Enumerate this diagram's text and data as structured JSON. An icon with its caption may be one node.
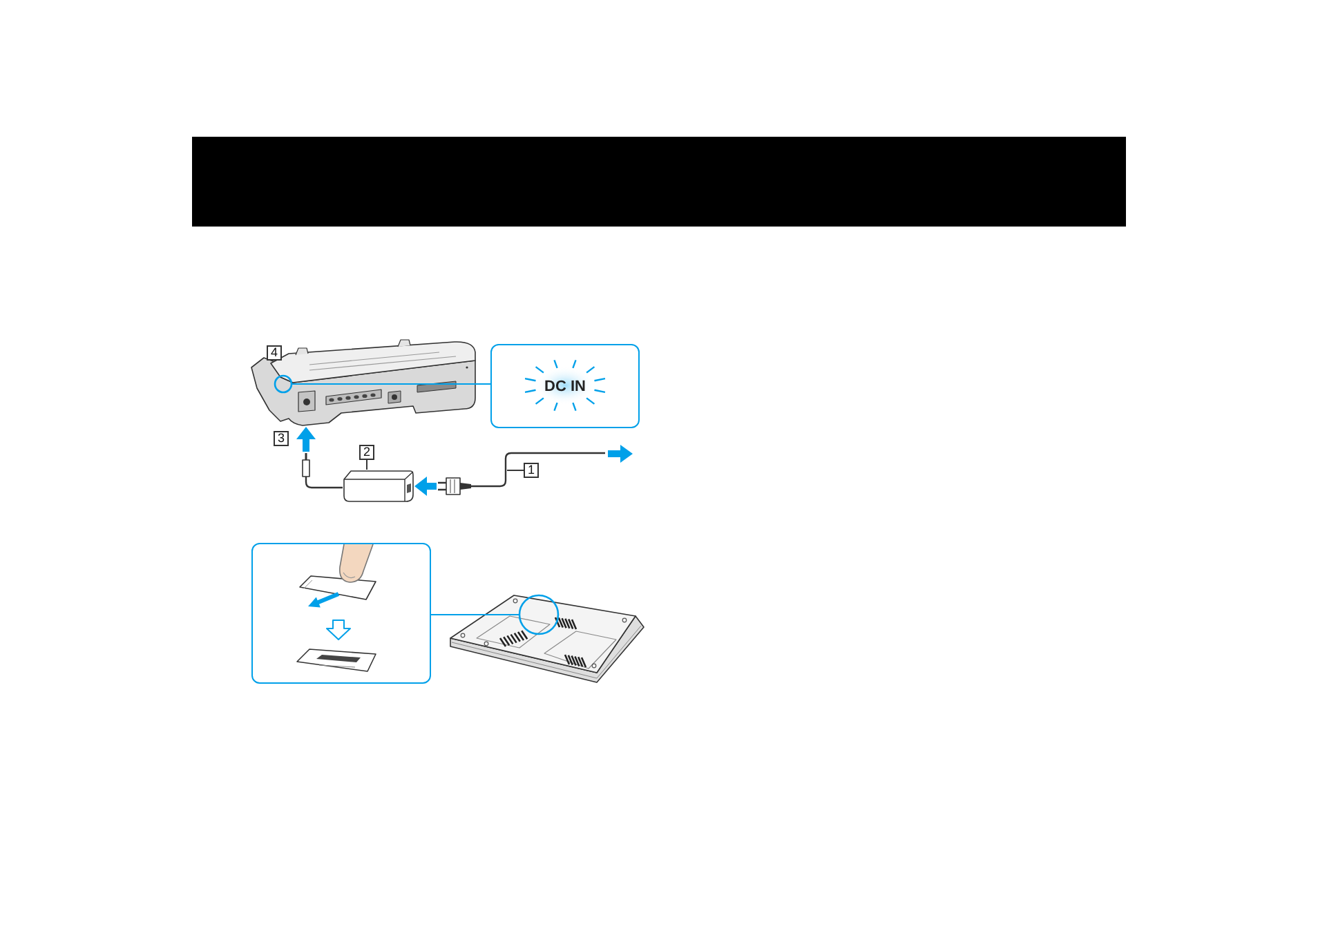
{
  "diagram": {
    "nodes": [
      {
        "text": [
          "4"
        ]
      },
      {
        "text": [],
        "shape": "picture"
      },
      {
        "text": [],
        "shape": "circle",
        "in": 1
      },
      {
        "text": [
          "DC IN"
        ]
      },
      {
        "text": [
          "3"
        ]
      },
      {
        "text": [],
        "shape": "picture"
      },
      {
        "text": [
          "2"
        ]
      },
      {
        "text": [],
        "shape": "picture"
      },
      {
        "text": [],
        "shape": "picture"
      },
      {
        "text": [
          "1"
        ]
      },
      {
        "text": [],
        "shape": "picture"
      },
      {
        "text": [],
        "shape": "picture"
      },
      {
        "text": [],
        "shape": "circle",
        "in": 11
      }
    ],
    "edges": [
      {
        "from": 2,
        "to": 3,
        "arrow": "none"
      },
      {
        "from": 5,
        "to": 1,
        "arrow": "to",
        "style": "thick"
      },
      {
        "from": 6,
        "to": 7,
        "arrow": "none",
        "color": "#222222"
      },
      {
        "from": 8,
        "to": 7,
        "arrow": "to",
        "style": "thick"
      },
      {
        "from": 9,
        "to": null,
        "arrow": "none",
        "color": "#222222"
      },
      {
        "from": 10,
        "to": 12,
        "arrow": "none"
      }
    ]
  }
}
